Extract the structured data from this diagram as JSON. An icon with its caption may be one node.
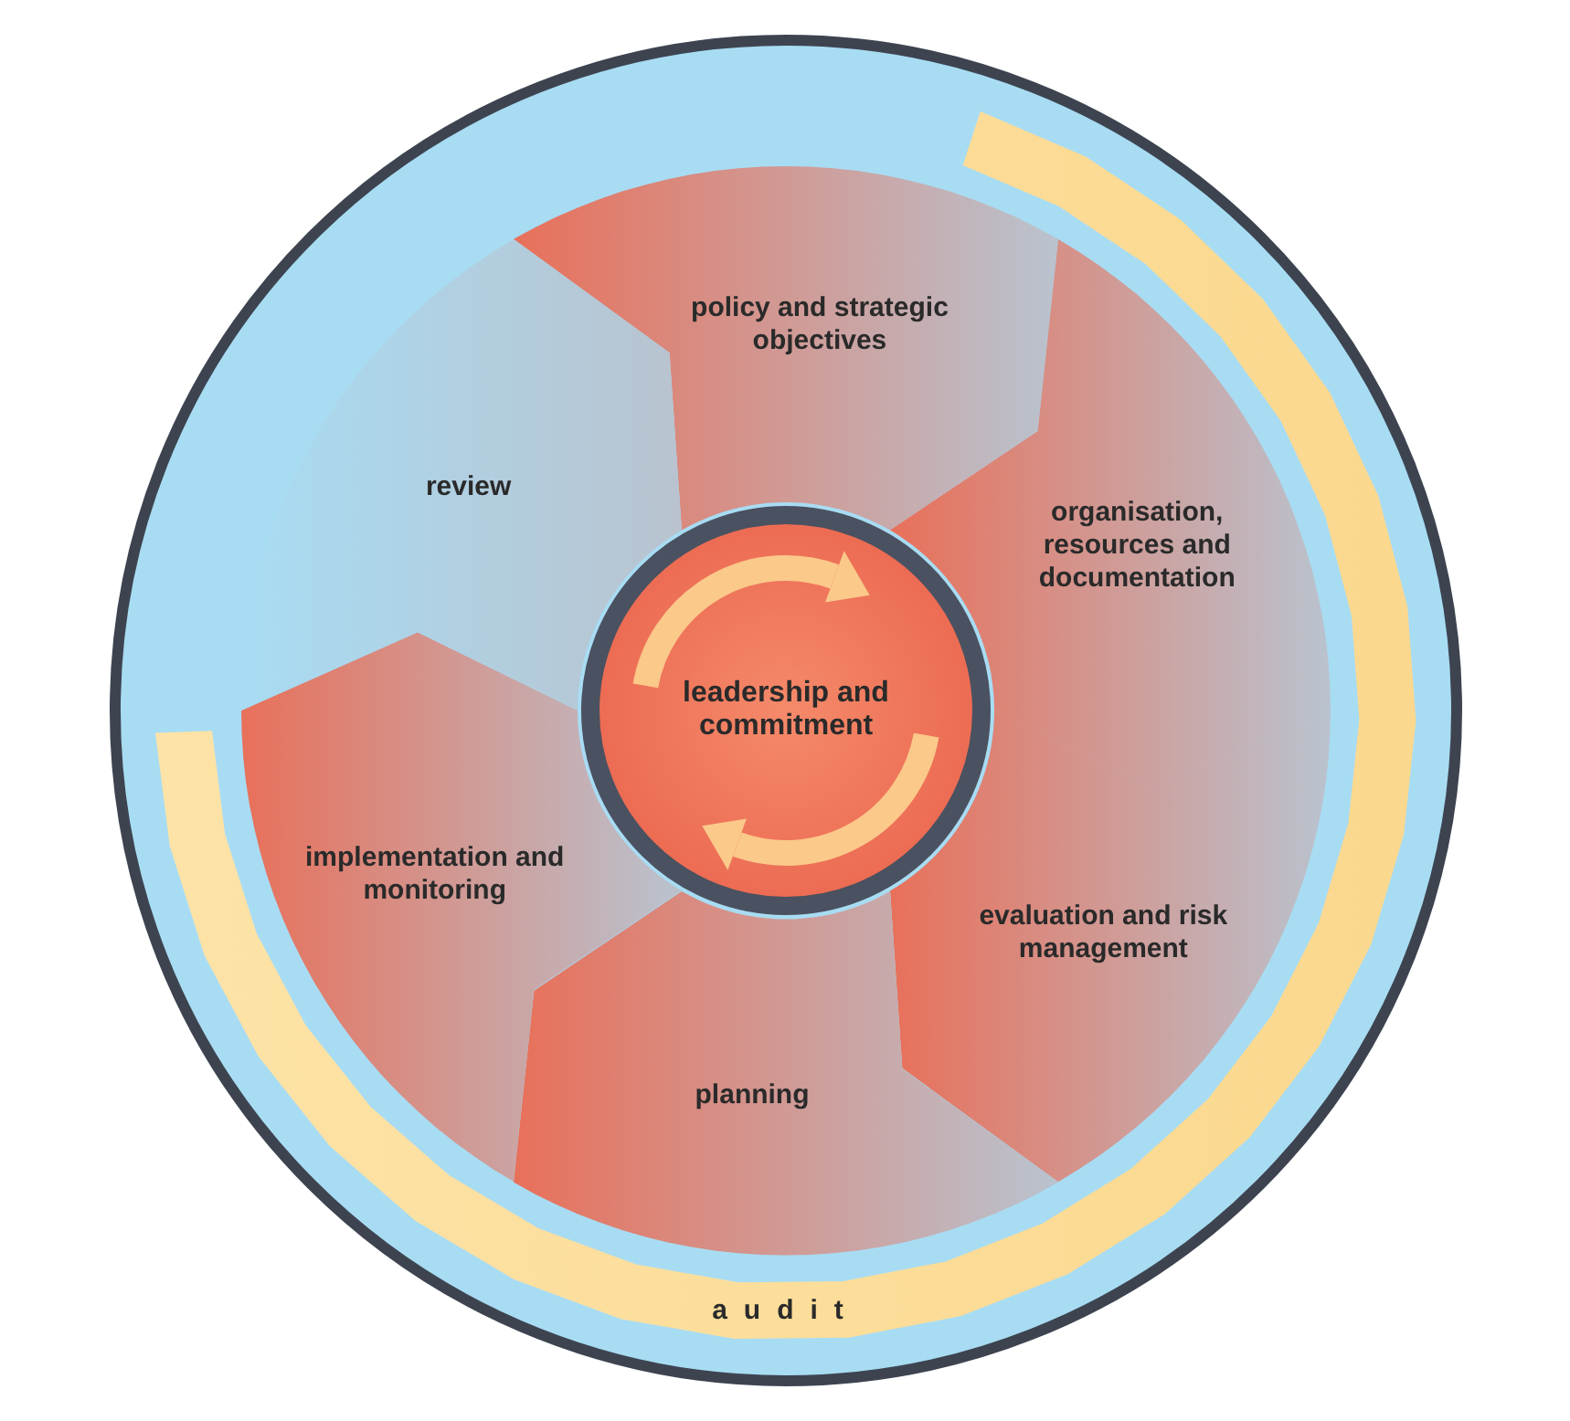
{
  "diagram": {
    "nodes": [
      {
        "text": [],
        "shape": "circle"
      },
      {
        "text": [
          "policy and strategic objectives"
        ],
        "in": 0
      },
      {
        "text": [
          "organisation, resources and documentation"
        ],
        "in": 0
      },
      {
        "text": [
          "evaluation and risk management"
        ],
        "in": 0
      },
      {
        "text": [
          "planning"
        ],
        "in": 0
      },
      {
        "text": [
          "implementation and monitoring"
        ],
        "in": 0
      },
      {
        "text": [
          "review"
        ],
        "in": 0
      },
      {
        "text": [
          "leadership and commitment"
        ],
        "in": 0
      },
      {
        "text": [
          "audit"
        ],
        "in": 0
      }
    ]
  }
}
